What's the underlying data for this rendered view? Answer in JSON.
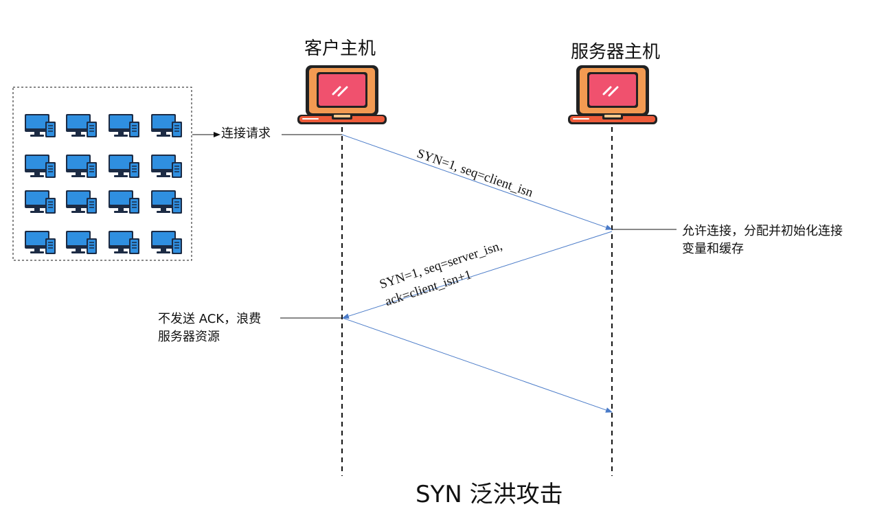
{
  "hosts": {
    "client": {
      "label": "客户主机"
    },
    "server": {
      "label": "服务器主机"
    }
  },
  "client_group": {
    "count": 16,
    "icon": "desktop-computer-icon"
  },
  "notes": {
    "connect_request": "连接请求",
    "server_alloc_line1": "允许连接，分配并初始化连接",
    "server_alloc_line2": "变量和缓存",
    "no_ack_line1": "不发送 ACK，浪费",
    "no_ack_line2": "服务器资源"
  },
  "messages": {
    "syn": "SYN=1, seq=client_isn",
    "synack_line1": "SYN=1, seq=server_isn,",
    "synack_line2": "ack=client_isn+1"
  },
  "title": "SYN 泛洪攻击",
  "colors": {
    "arrow": "#4a7bc8",
    "laptop_body": "#f29a52",
    "laptop_screen": "#f0516e",
    "laptop_base": "#ee5b3a",
    "computer_blue": "#2f8fe0"
  }
}
